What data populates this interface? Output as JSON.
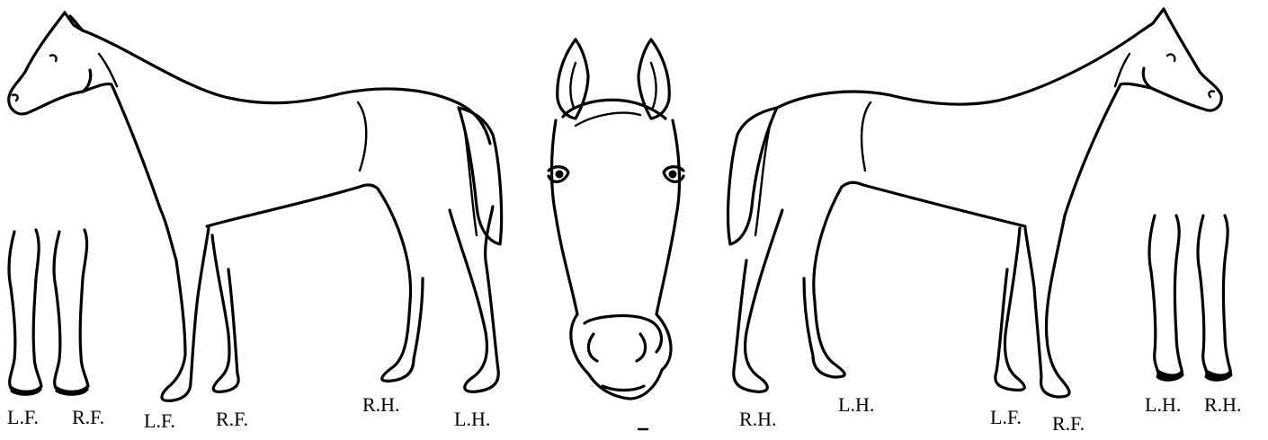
{
  "left_horse": {
    "labels": {
      "lf": "L.F.",
      "rf": "R.F.",
      "rh": "R.H.",
      "lh": "L.H."
    }
  },
  "left_detail": {
    "labels": {
      "lf": "L.F.",
      "rf": "R.F."
    }
  },
  "right_horse": {
    "labels": {
      "rh": "R.H.",
      "lh": "L.H.",
      "lf": "L.F.",
      "rf": "R.F."
    }
  },
  "right_detail": {
    "labels": {
      "lh": "L.H.",
      "rh": "R.H."
    }
  }
}
